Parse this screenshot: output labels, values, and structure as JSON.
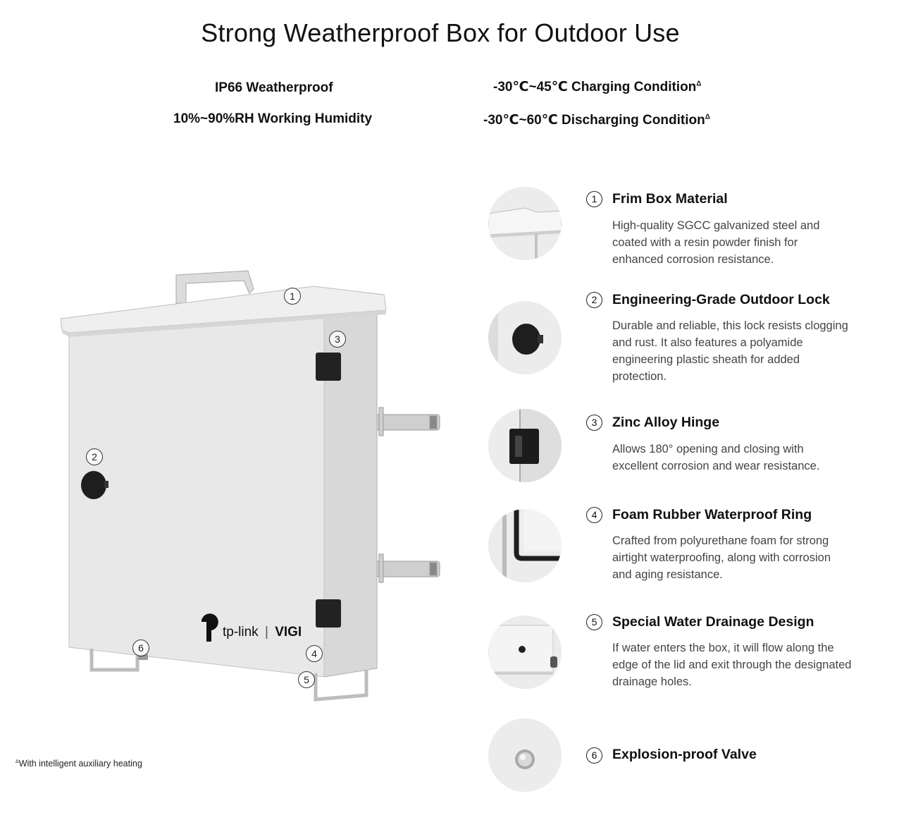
{
  "title": "Strong Weatherproof Box for Outdoor Use",
  "specs": {
    "left_1": "IP66 Weatherproof",
    "left_2": "10%~90%RH Working Humidity",
    "right_1": "-30℃~45℃ Charging Condition",
    "right_2": "-30℃~60℃ Discharging Condition",
    "footnote_marker": "Δ"
  },
  "product": {
    "brand_left": "tp-link",
    "brand_divider": "|",
    "brand_right": "VIGI",
    "callouts": [
      "1",
      "2",
      "3",
      "4",
      "5",
      "6"
    ]
  },
  "features": [
    {
      "num": "1",
      "title": "Frim Box Material",
      "desc": "High-quality SGCC galvanized steel and coated with a resin powder finish for enhanced corrosion resistance.",
      "icon": "box-edge-icon"
    },
    {
      "num": "2",
      "title": "Engineering-Grade Outdoor Lock",
      "desc": "Durable and reliable, this lock resists clogging and rust. It also features a polyamide engineering plastic sheath for added protection.",
      "icon": "lock-icon"
    },
    {
      "num": "3",
      "title": "Zinc Alloy Hinge",
      "desc": "Allows 180° opening and closing with excellent corrosion and wear resistance.",
      "icon": "hinge-icon"
    },
    {
      "num": "4",
      "title": "Foam Rubber Waterproof Ring",
      "desc": "Crafted from polyurethane foam for strong airtight waterproofing, along with corrosion and aging resistance.",
      "icon": "seal-ring-icon"
    },
    {
      "num": "5",
      "title": "Special Water Drainage Design",
      "desc": "If water enters the box, it will flow along the edge of the lid and exit through the designated drainage holes.",
      "icon": "drainage-icon"
    },
    {
      "num": "6",
      "title": "Explosion-proof Valve",
      "desc": "",
      "icon": "valve-icon"
    }
  ],
  "footnote": "With intelligent auxiliary heating"
}
